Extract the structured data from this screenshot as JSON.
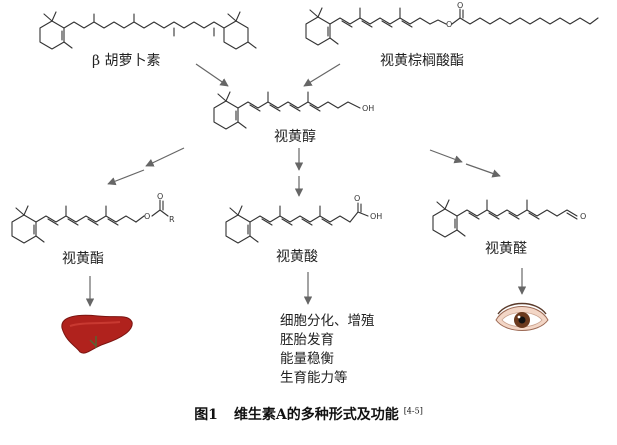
{
  "labels": {
    "beta_carotene": "β 胡萝卜素",
    "retinyl_palmitate": "视黄棕榈酸酯",
    "retinol": "视黄醇",
    "retinyl_ester": "视黄酯",
    "retinoic_acid": "视黄酸",
    "retinal": "视黄醛"
  },
  "atoms": {
    "oh": "OH",
    "o": "O",
    "r": "R"
  },
  "functions": [
    "细胞分化、增殖",
    "胚胎发育",
    "能量稳衡",
    "生育能力等"
  ],
  "caption": {
    "figure_no": "图1",
    "text": "维生素A的多种形式及功能",
    "ref": "[4-5]"
  },
  "icons": {
    "liver": "liver-icon",
    "eye": "eye-icon"
  },
  "colors": {
    "liver": "#b0221d",
    "eye_iris": "#6b3a1e",
    "arrow": "#666666"
  }
}
